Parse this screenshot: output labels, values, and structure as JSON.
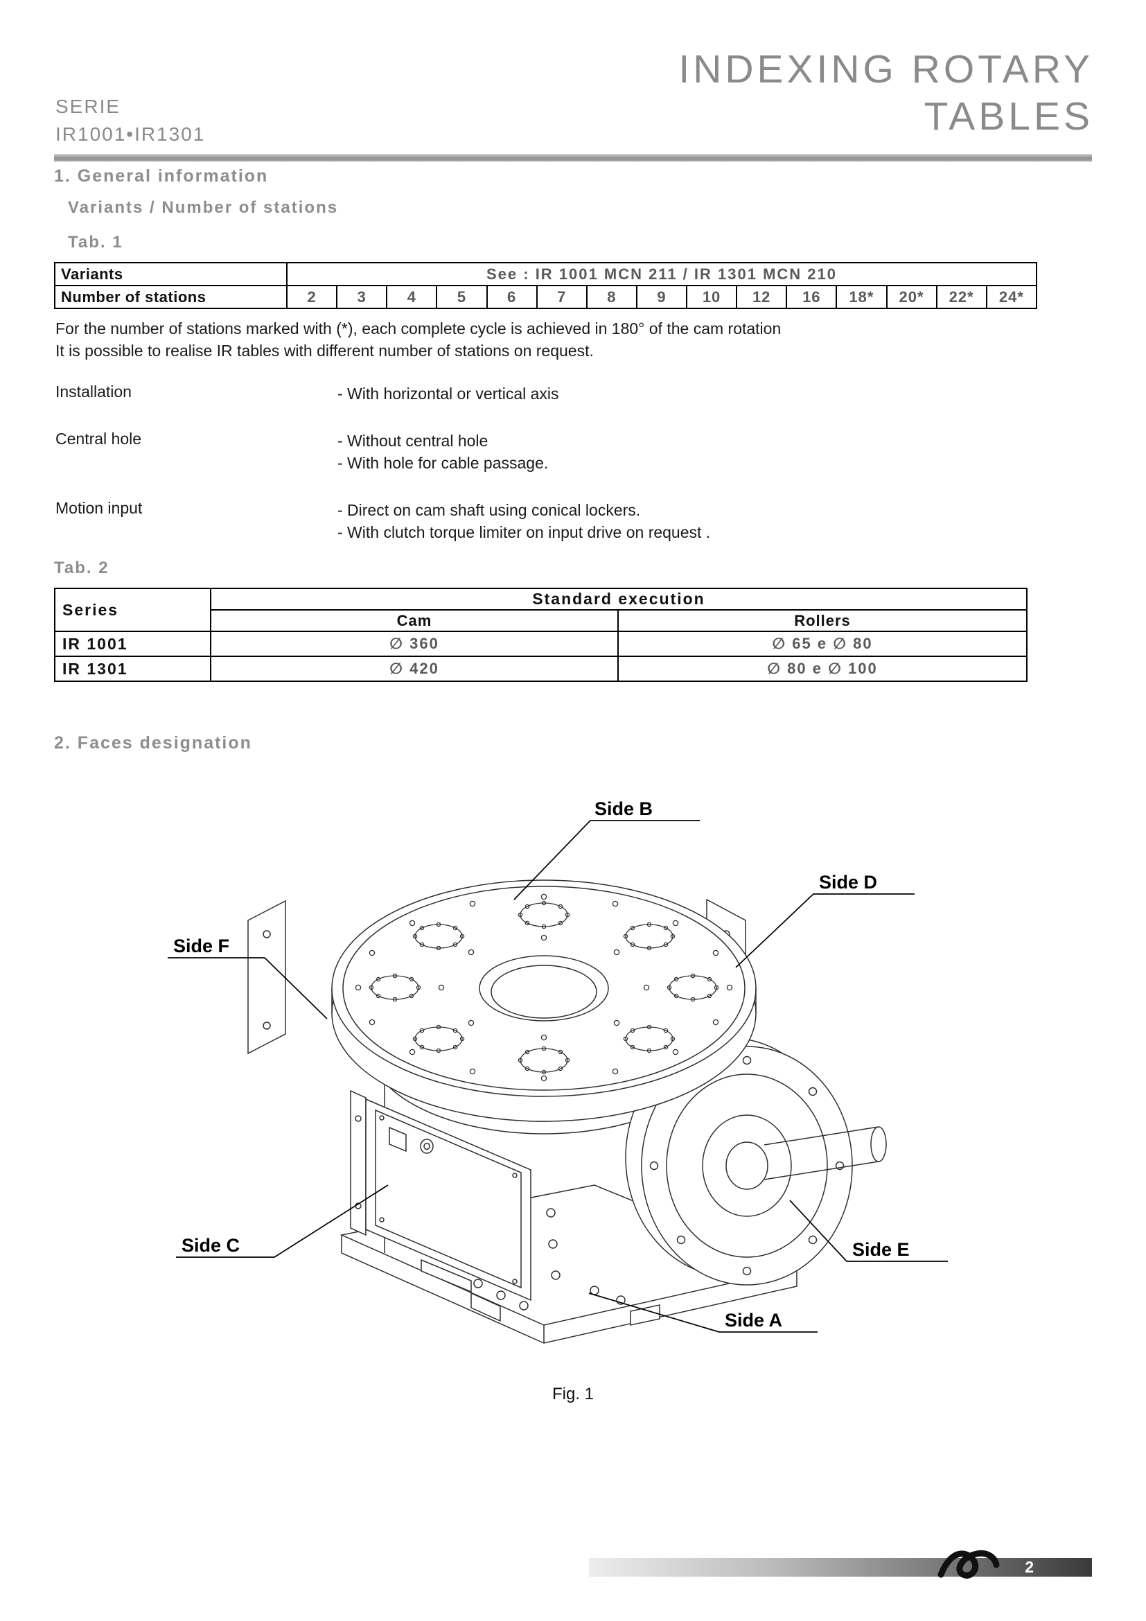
{
  "header": {
    "series_label": "SERIE",
    "series_value": "IR1001•IR1301",
    "title_line1": "INDEXING ROTARY",
    "title_line2": "TABLES"
  },
  "general": {
    "heading": "1.  General information",
    "subheading": "Variants / Number of stations",
    "tab1_label": "Tab. 1",
    "table1": {
      "variants_label": "Variants",
      "variants_value": "See : IR 1001 MCN 211 / IR 1301 MCN 210",
      "stations_label": "Number of stations",
      "stations": [
        "2",
        "3",
        "4",
        "5",
        "6",
        "7",
        "8",
        "9",
        "10",
        "12",
        "16",
        "18*",
        "20*",
        "22*",
        "24*"
      ]
    },
    "note_line1": "For the number of stations marked with  (*), each complete cycle is achieved in 180° of the cam rotation",
    "note_line2": "It is possible to realise IR tables with different number of stations on request.",
    "specs": [
      {
        "label": "Installation",
        "line1": "- With horizontal or vertical axis"
      },
      {
        "label": "Central hole",
        "line1": "- Without central hole",
        "line2": "- With hole for cable passage."
      },
      {
        "label": "Motion input",
        "line1": "- Direct on cam shaft using conical lockers.",
        "line2": "- With clutch torque limiter on input drive on request ."
      }
    ],
    "tab2_label": "Tab. 2",
    "table2": {
      "series_header": "Series",
      "standard_execution_header": "Standard execution",
      "cam_header": "Cam",
      "rollers_header": "Rollers",
      "rows": [
        {
          "series": "IR 1001",
          "cam": "∅ 360",
          "rollers": "∅ 65  e  ∅ 80"
        },
        {
          "series": "IR 1301",
          "cam": "∅ 420",
          "rollers": "∅ 80 e  ∅ 100"
        }
      ]
    }
  },
  "faces": {
    "heading": "2.  Faces designation",
    "side_b": "Side B",
    "side_d": "Side D",
    "side_f": "Side F",
    "side_c": "Side C",
    "side_e": "Side E",
    "side_a": "Side A",
    "caption": "Fig. 1"
  },
  "footer": {
    "page_number": "2"
  }
}
